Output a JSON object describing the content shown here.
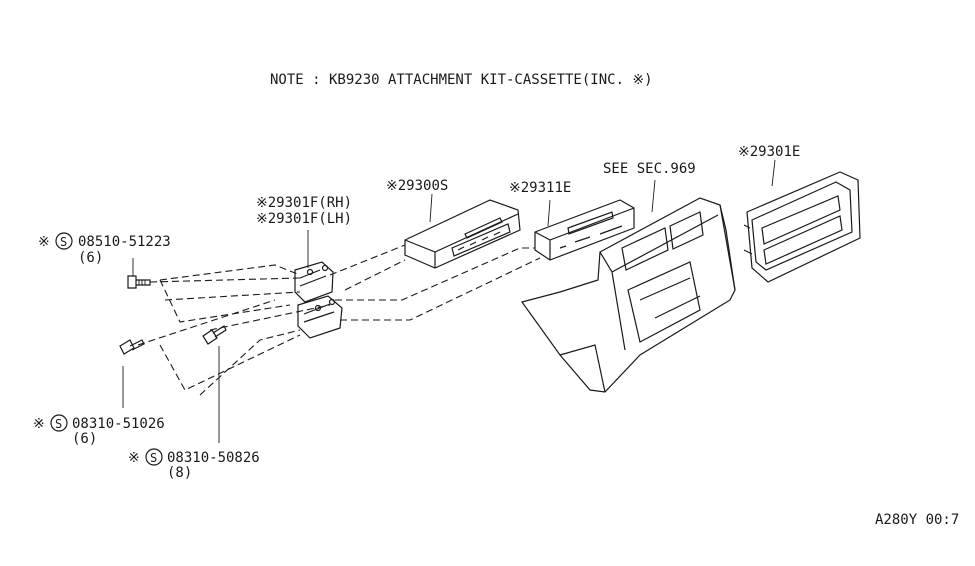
{
  "note": "NOTE : KB9230 ATTACHMENT KIT-CASSETTE(INC. ※)",
  "callouts": {
    "part_29300s": "※29300S",
    "part_29311e": "※29311E",
    "see_sec": "SEE SEC.969",
    "part_29301e": "※29301E",
    "bracket_rh": "※29301F(RH)",
    "bracket_lh": "※29301F(LH)",
    "screw_a_prefix": "※",
    "screw_a_symbol": "S",
    "screw_a_number": "08510-51223",
    "screw_a_qty": "(6)",
    "screw_b_prefix": "※",
    "screw_b_symbol": "S",
    "screw_b_number": "08310-51026",
    "screw_b_qty": "(6)",
    "screw_c_prefix": "※",
    "screw_c_symbol": "S",
    "screw_c_number": "08310-50826",
    "screw_c_qty": "(8)"
  },
  "diagram_code": "A280Y 00:7"
}
